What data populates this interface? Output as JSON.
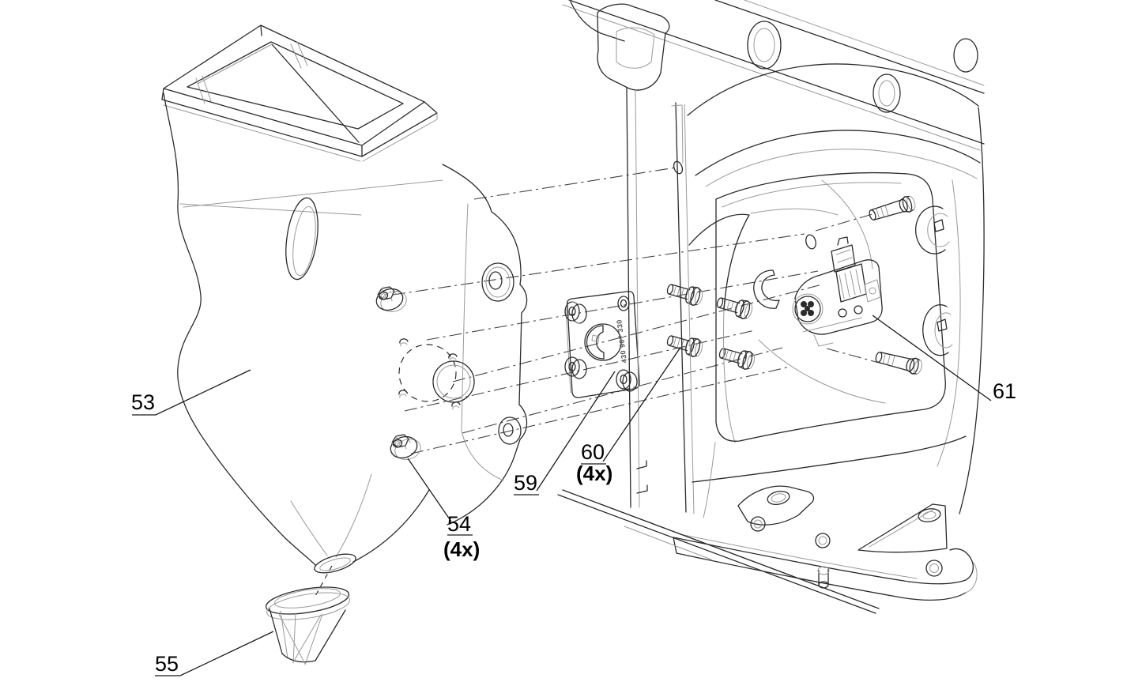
{
  "diagram": {
    "background": "#ffffff",
    "line_color": "#2b2b2b",
    "centerline_color": "#444444",
    "callouts": [
      {
        "id": "53",
        "label": "53",
        "quantity": "",
        "part": "air-duct-hopper"
      },
      {
        "id": "54",
        "label": "54",
        "quantity": "(4x)",
        "part": "flange-nut"
      },
      {
        "id": "55",
        "label": "55",
        "quantity": "",
        "part": "drain-funnel"
      },
      {
        "id": "59",
        "label": "59",
        "quantity": "",
        "part": "mounting-flange-plate"
      },
      {
        "id": "60",
        "label": "60",
        "quantity": "(4x)",
        "part": "flange-bolt"
      },
      {
        "id": "61",
        "label": "61",
        "quantity": "",
        "part": "sensor-actuator-assembly"
      }
    ],
    "flange_marking": "430 907 330"
  }
}
